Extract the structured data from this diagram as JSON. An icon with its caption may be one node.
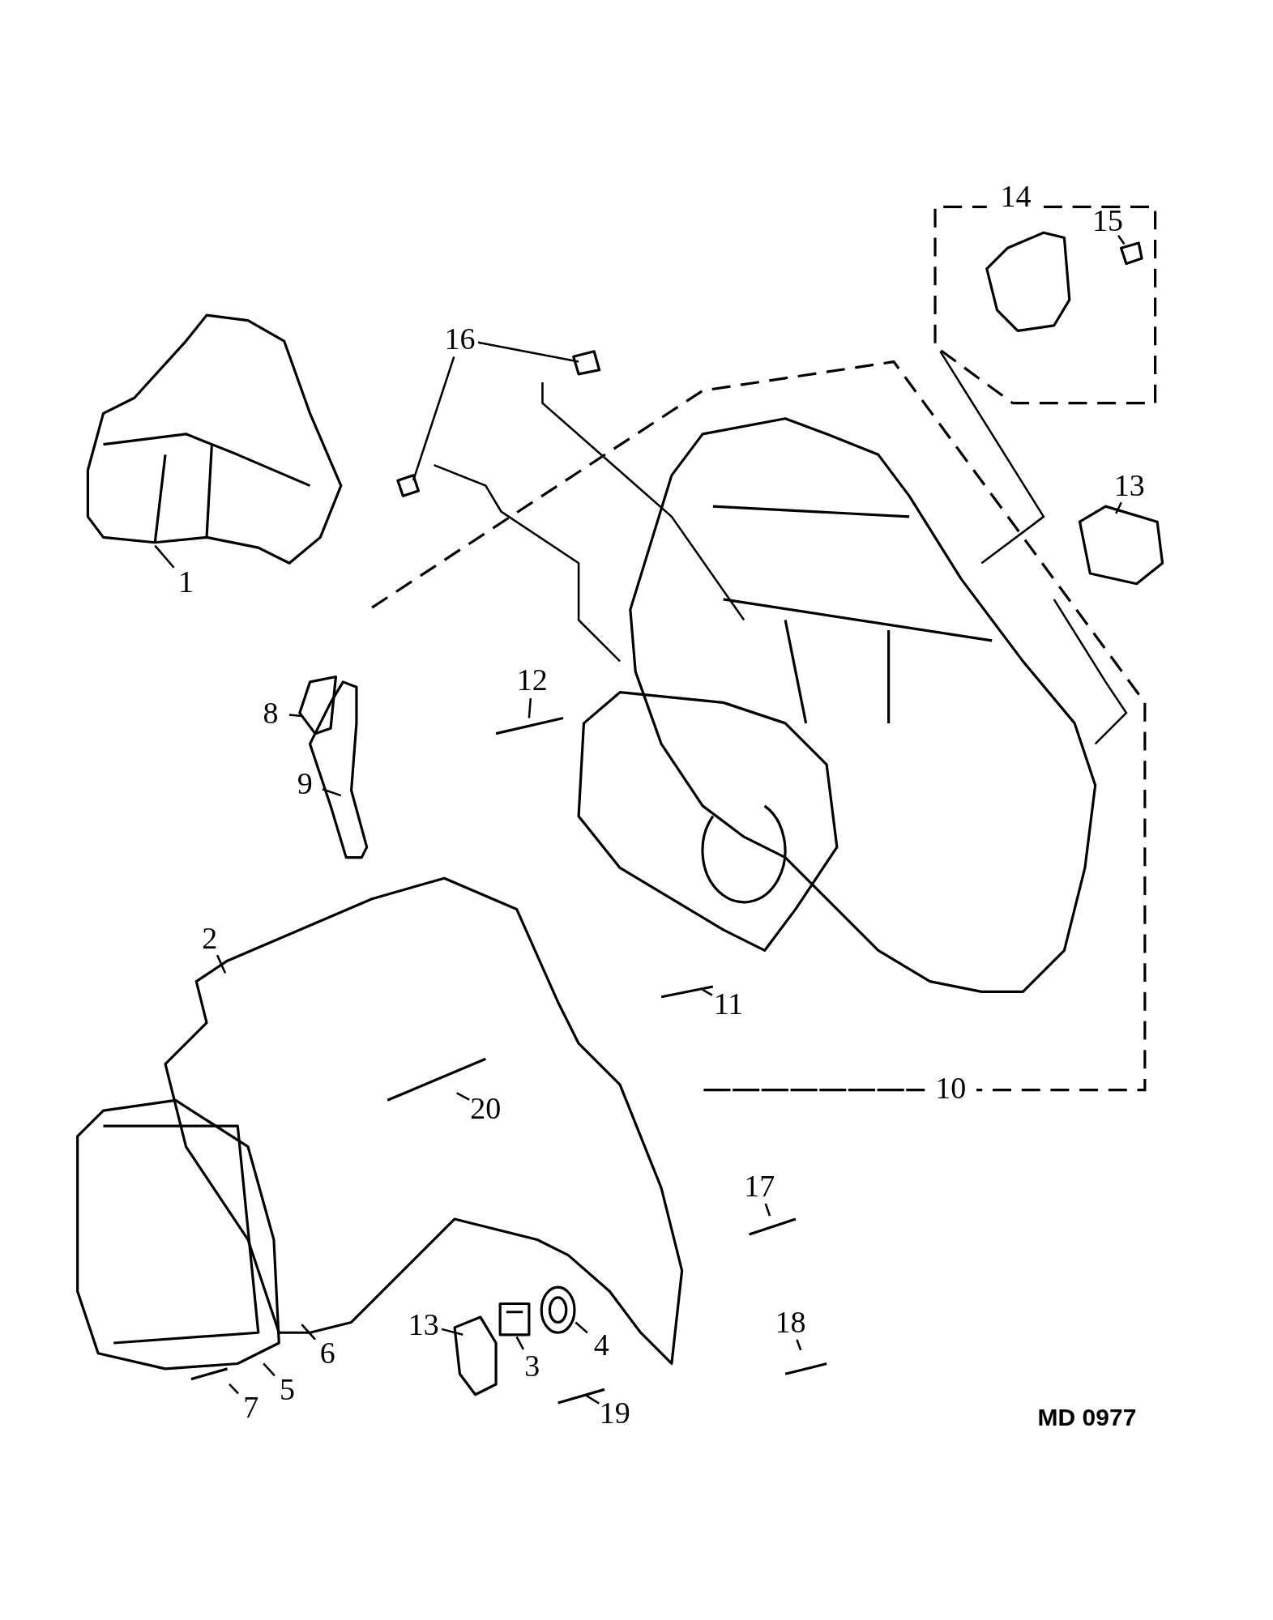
{
  "diagram": {
    "nodes": [
      {
        "text": [
          "15"
        ]
      },
      {
        "text": [
          "16"
        ]
      },
      {
        "text": [
          "13"
        ]
      },
      {
        "text": [
          "1"
        ]
      },
      {
        "text": [
          "12"
        ]
      },
      {
        "text": [
          "8"
        ]
      },
      {
        "text": [
          "9"
        ]
      },
      {
        "text": [
          "2"
        ]
      },
      {
        "text": [
          "11"
        ]
      },
      {
        "text": [
          "20"
        ]
      },
      {
        "text": [
          "17"
        ]
      },
      {
        "text": [
          "18"
        ]
      },
      {
        "text": [
          "13"
        ]
      },
      {
        "text": [
          "4"
        ]
      },
      {
        "text": [
          "3"
        ]
      },
      {
        "text": [
          "6"
        ]
      },
      {
        "text": [
          "5"
        ]
      },
      {
        "text": [
          "7"
        ]
      },
      {
        "text": [
          "19"
        ]
      }
    ],
    "edges": [
      {
        "from": 0,
        "to": null,
        "arrow": "none"
      },
      {
        "from": 1,
        "to": null,
        "arrow": "none"
      },
      {
        "from": 1,
        "to": null,
        "arrow": "none"
      },
      {
        "from": 2,
        "to": null,
        "arrow": "none"
      },
      {
        "from": 3,
        "to": null,
        "arrow": "none"
      },
      {
        "from": 4,
        "to": null,
        "arrow": "none"
      },
      {
        "from": 5,
        "to": null,
        "arrow": "none"
      },
      {
        "from": 6,
        "to": null,
        "arrow": "none"
      },
      {
        "from": 7,
        "to": null,
        "arrow": "none"
      },
      {
        "from": 8,
        "to": null,
        "arrow": "none"
      },
      {
        "from": 9,
        "to": null,
        "arrow": "none"
      },
      {
        "from": 10,
        "to": null,
        "arrow": "none"
      },
      {
        "from": 11,
        "to": null,
        "arrow": "none"
      },
      {
        "from": 12,
        "to": null,
        "arrow": "none"
      },
      {
        "from": 13,
        "to": null,
        "arrow": "none"
      },
      {
        "from": 14,
        "to": null,
        "arrow": "none"
      },
      {
        "from": 15,
        "to": null,
        "arrow": "none"
      },
      {
        "from": 16,
        "to": null,
        "arrow": "none"
      },
      {
        "from": 17,
        "to": null,
        "arrow": "none"
      },
      {
        "from": 18,
        "to": null,
        "arrow": "none"
      }
    ],
    "labels": [
      "14",
      "10",
      "MD 0977"
    ]
  }
}
